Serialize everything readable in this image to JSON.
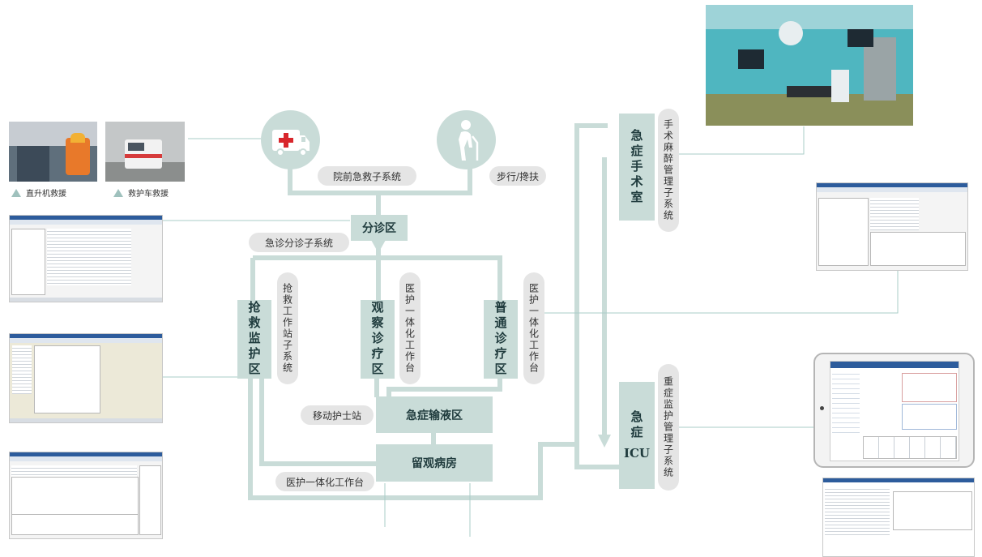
{
  "colors": {
    "node": "#c9dcd8",
    "line": "#c9dcd8",
    "thin_line": "#a9cdc7",
    "pill": "#e5e5e5",
    "text": "#1f3b3d"
  },
  "top": {
    "icons": [
      {
        "name": "ambulance-icon"
      },
      {
        "name": "elderly-walking-icon"
      }
    ],
    "prehospital_label": "院前急救子系统",
    "walkin_label": "步行/搀扶",
    "caption_helicopter": "直升机救援",
    "caption_ambulance": "救护车救援"
  },
  "triage": {
    "node": "分诊区",
    "subsystem": "急诊分诊子系统"
  },
  "areas": {
    "rescue": {
      "node": "抢救监护区",
      "subsystem": "抢救工作站子系统"
    },
    "observation": {
      "node": "观察诊疗区",
      "subsystem": "医护一体化工作台"
    },
    "general": {
      "node": "普通诊疗区",
      "subsystem": "医护一体化工作台"
    }
  },
  "infusion": {
    "node": "急症输液区",
    "side": "移动护士站"
  },
  "ward": {
    "node": "留观病房",
    "side": "医护一体化工作台"
  },
  "surgery": {
    "node": "急症手术室",
    "subsystem": "手术麻醉管理子系统"
  },
  "icu": {
    "node_top": "急症",
    "node_bottom": "ICU",
    "subsystem": "重症监护管理子系统"
  }
}
